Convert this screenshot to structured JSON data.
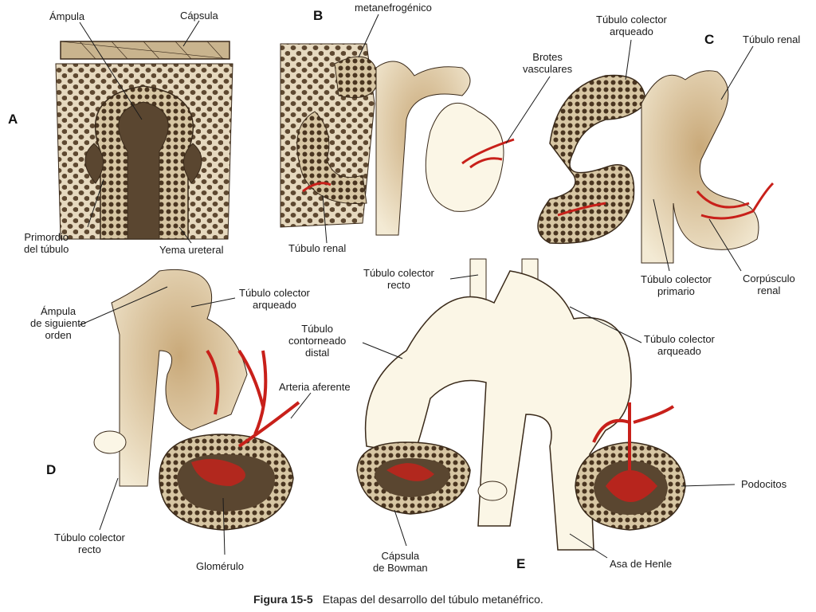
{
  "panels": [
    "A",
    "B",
    "C",
    "D",
    "E"
  ],
  "labels": {
    "ampula": "Ámpula",
    "capsula": "Cápsula",
    "primordio": "Primordio\ndel túbulo",
    "yema": "Yema ureteral",
    "metanefro": "metanefrogénico",
    "tubulo_renal_b": "Túbulo renal",
    "brotes": "Brotes\nvasculares",
    "colector_arq_c": "Túbulo colector\narqueado",
    "tubulo_renal_c": "Túbulo renal",
    "colector_prim": "Túbulo colector\nprimario",
    "corpusculo": "Corpúsculo\nrenal",
    "ampula_sig": "Ámpula\nde siguiente\norden",
    "colector_arq_d": "Túbulo colector\narqueado",
    "arteria": "Arteria aferente",
    "colector_recto_d": "Túbulo colector\nrecto",
    "glomerulo": "Glomérulo",
    "colector_recto_e": "Túbulo colector\nrecto",
    "contorneado": "Túbulo\ncontorneado\ndistal",
    "colector_arq_e": "Túbulo colector\narqueado",
    "podocitos": "Podocitos",
    "bowman": "Cápsula\nde Bowman",
    "henle": "Asa de Henle"
  },
  "caption": {
    "number": "Figura 15-5",
    "text": "Etapas del desarrollo del túbulo metanéfrico."
  },
  "colors": {
    "tissue": "#d9c8a8",
    "dark": "#5a4630",
    "cell": "#6b5238",
    "vessel": "#c8201a",
    "tubule": "#fbf6e6",
    "outline": "#3a2a1a"
  }
}
